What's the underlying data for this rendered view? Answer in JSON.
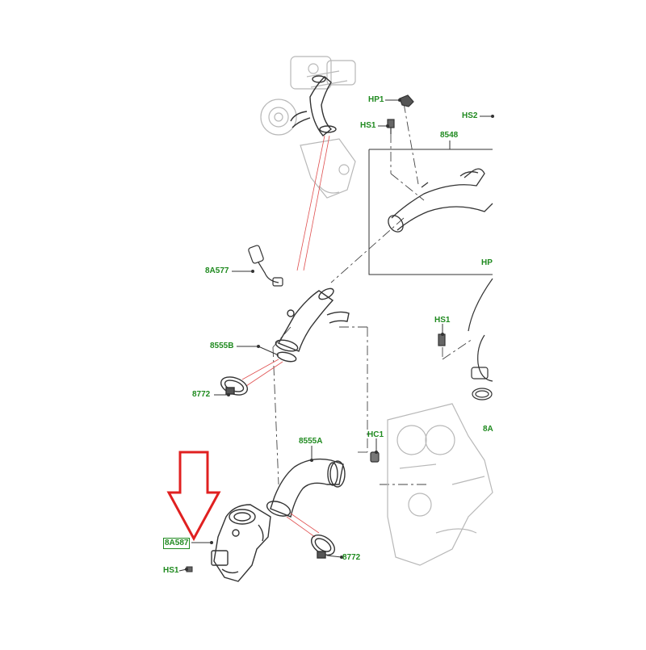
{
  "labels": {
    "hp1": "HP1",
    "hs2": "HS2",
    "hs1_top": "HS1",
    "p8548": "8548",
    "hp_right": "HP",
    "p8a577": "8A577",
    "p8555b": "8555B",
    "p8772_left": "8772",
    "hs1_mid": "HS1",
    "p8a_right": "8A",
    "hc1": "HC1",
    "p8555a": "8555A",
    "p8a587": "8A587",
    "p8772_bottom": "8772",
    "hs1_bottom": "HS1"
  },
  "colors": {
    "label_text": "#1f8a1f",
    "arrow": "#e02020",
    "line_art": "#333333",
    "ghost_art": "#b8b8b8",
    "leader_red": "#e05050"
  }
}
